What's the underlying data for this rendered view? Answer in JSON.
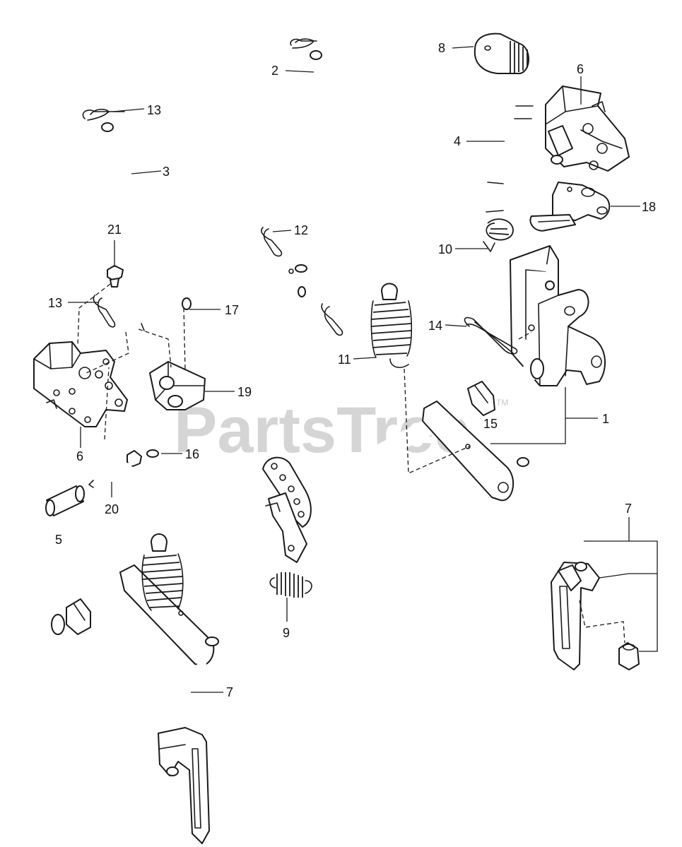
{
  "watermark": {
    "text": "PartsTree",
    "trademark": "TM"
  },
  "callouts": {
    "c1": "1",
    "c2": "2",
    "c3": "3",
    "c4": "4",
    "c5": "5",
    "c6_top": "6",
    "c6_left": "6",
    "c7_right": "7",
    "c7_bottom": "7",
    "c8": "8",
    "c9": "9",
    "c10": "10",
    "c11": "11",
    "c12": "12",
    "c13_top": "13",
    "c13_left": "13",
    "c14": "14",
    "c15": "15",
    "c16": "16",
    "c17": "17",
    "c18": "18",
    "c19": "19",
    "c20": "20",
    "c21": "21"
  }
}
